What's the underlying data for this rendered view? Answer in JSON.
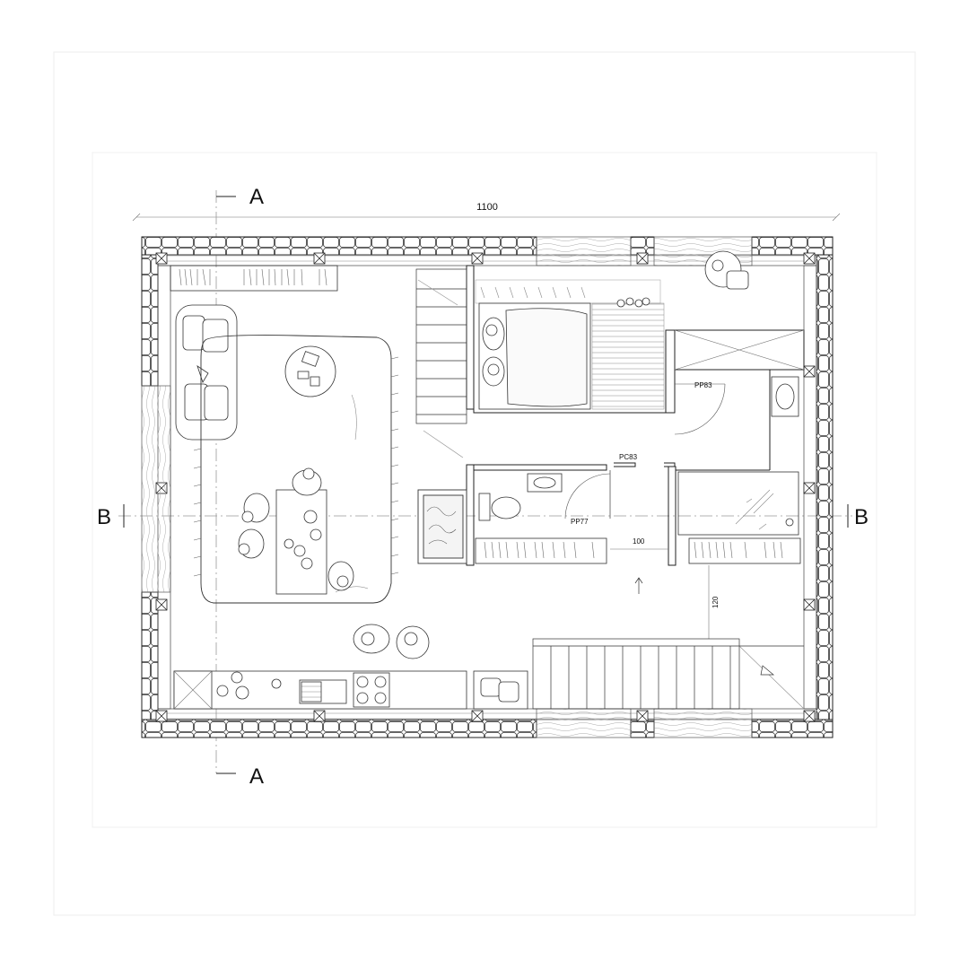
{
  "labels": {
    "section_a_top": "A",
    "section_a_bottom": "A",
    "section_b_left": "B",
    "section_b_right": "B",
    "overall_width": "1100",
    "door_pp83": "PP83",
    "door_pc83": "PC83",
    "door_pp77": "PP77",
    "corridor_width": "100",
    "corridor_length": "120"
  }
}
